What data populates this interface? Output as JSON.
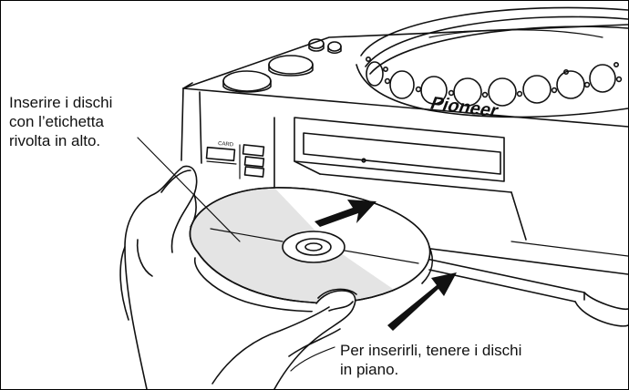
{
  "annotations": {
    "label_insert": "Inserire i dischi\ncon l’etichetta\nrivolta in alto.",
    "label_flat": "Per inserirli, tenere i dischi\nin piano."
  },
  "device": {
    "brand": "Pioneer",
    "card_slot_label": "CARD"
  }
}
